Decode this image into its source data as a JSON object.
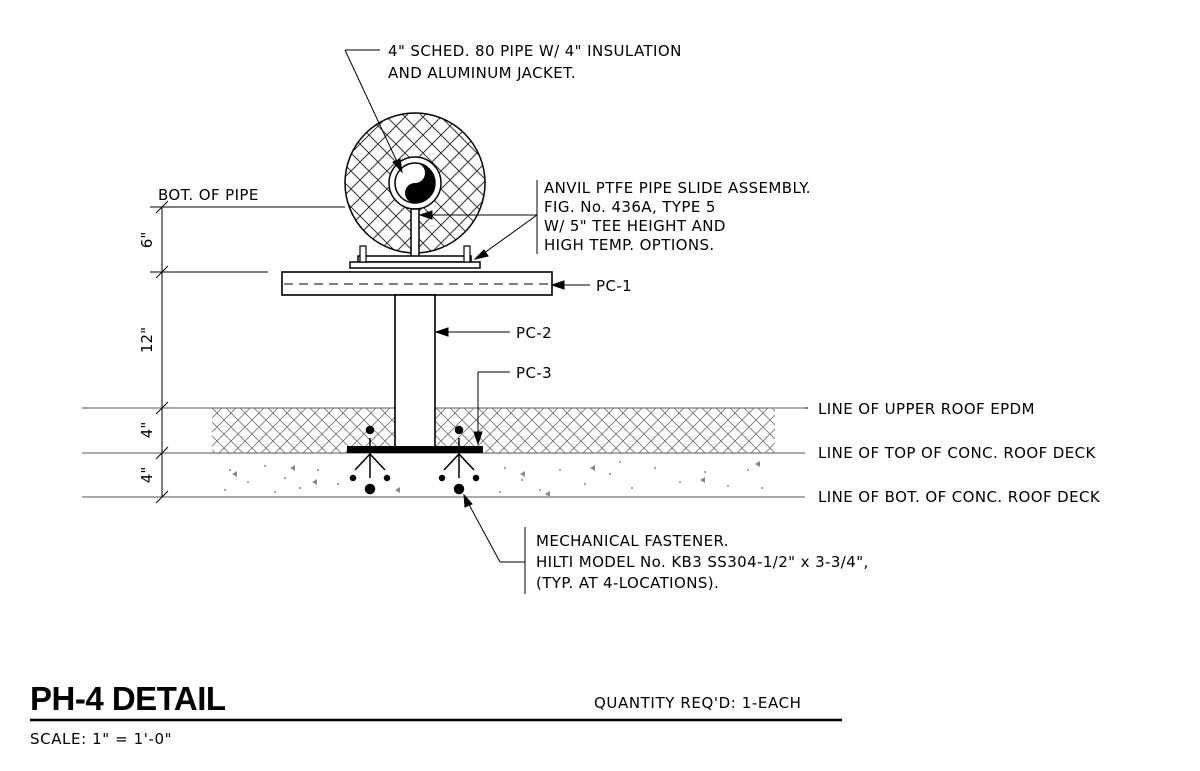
{
  "callouts": {
    "pipe_line1": "4\" SCHED. 80 PIPE W/ 4\" INSULATION",
    "pipe_line2": "AND ALUMINUM JACKET.",
    "slide_line1": "ANVIL PTFE PIPE SLIDE ASSEMBLY.",
    "slide_line2": "FIG. No. 436A, TYPE 5",
    "slide_line3": "W/ 5\" TEE HEIGHT AND",
    "slide_line4": "HIGH TEMP. OPTIONS.",
    "bot_of_pipe": "BOT. OF PIPE",
    "pc1": "PC-1",
    "pc2": "PC-2",
    "pc3": "PC-3",
    "upper_roof": "LINE OF UPPER ROOF EPDM",
    "top_deck": "LINE OF TOP OF CONC. ROOF DECK",
    "bot_deck": "LINE OF BOT. OF CONC. ROOF DECK",
    "fastener_line1": "MECHANICAL FASTENER.",
    "fastener_line2": "HILTI MODEL No. KB3 SS304-1/2\" x 3-3/4\",",
    "fastener_line3": "(TYP. AT 4-LOCATIONS)."
  },
  "dimensions": {
    "d1": "6\"",
    "d2": "12\"",
    "d3": "4\"",
    "d4": "4\""
  },
  "title_block": {
    "title": "PH-4 DETAIL",
    "quantity": "QUANTITY REQ'D:  1-EACH",
    "scale": "SCALE: 1\" = 1'-0\""
  }
}
